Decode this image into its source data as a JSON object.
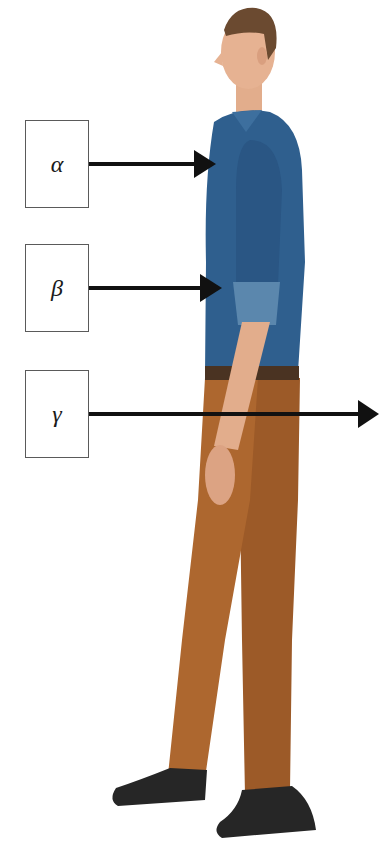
{
  "diagram": {
    "nodes": [
      {
        "text": [
          "α"
        ]
      },
      {
        "text": [
          "β"
        ]
      },
      {
        "text": [
          "γ"
        ]
      }
    ]
  }
}
